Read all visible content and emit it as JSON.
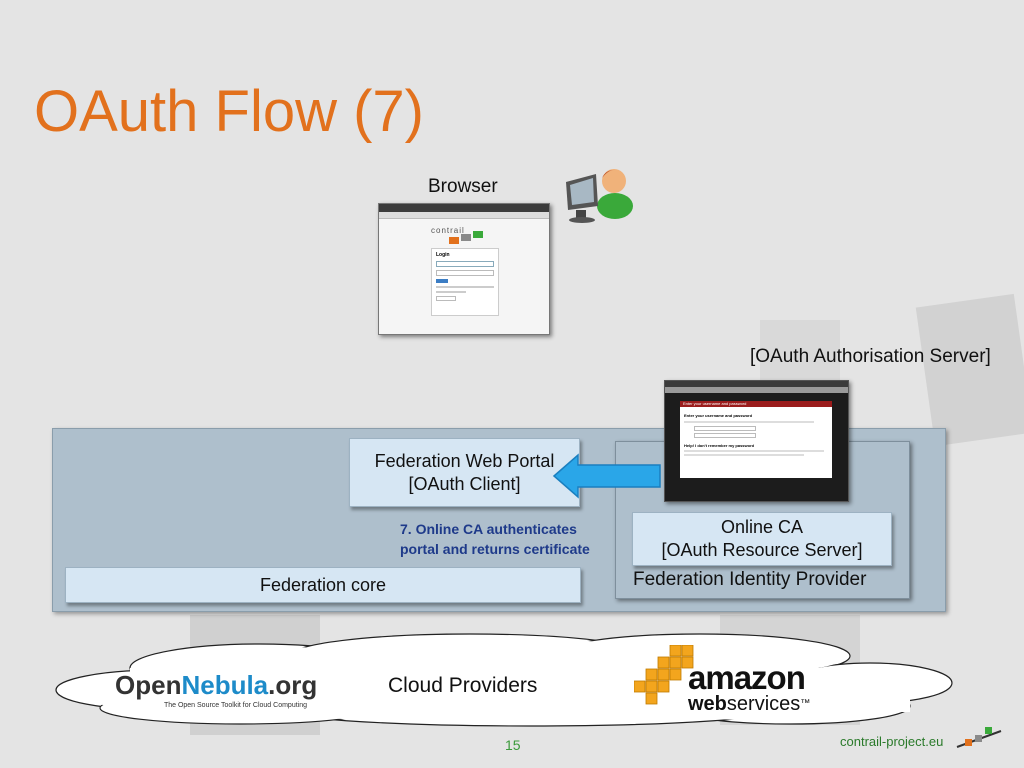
{
  "slide": {
    "title": "OAuth Flow (7)",
    "page_number": "15",
    "footer_url": "contrail-project.eu"
  },
  "labels": {
    "browser": "Browser",
    "oauth_server": "[OAuth Authorisation Server]",
    "identity_provider": "Federation Identity Provider",
    "cloud_providers": "Cloud Providers"
  },
  "boxes": {
    "web_portal": {
      "line1": "Federation Web Portal",
      "line2": "[OAuth Client]"
    },
    "online_ca": {
      "line1": "Online CA",
      "line2": "[OAuth Resource Server]"
    },
    "federation_core": "Federation core"
  },
  "annotation": {
    "line1": "7. Online CA authenticates",
    "line2": "portal and returns certificate"
  },
  "browser_screenshot": {
    "logo_text": "contrail",
    "heading": "Login"
  },
  "oauth_screenshot": {
    "header_text": "Enter your username and password",
    "section1": "Enter your username and password",
    "section2": "Help! I don't remember my password"
  },
  "logos": {
    "opennebula_open": "Open",
    "opennebula_nebula": "Nebula",
    "opennebula_org": ".org",
    "opennebula_tagline": "The Open Source Toolkit for Cloud Computing",
    "amazon_main": "amazon",
    "amazon_web": "web",
    "amazon_services": "services",
    "amazon_tm": "™"
  },
  "colors": {
    "title": "#e2711d",
    "annotation": "#1e3a8a",
    "arrow": "#2aa6e8",
    "box_fill": "#d6e6f3",
    "panel_fill": "#aebfcc",
    "nebula_blue": "#1d8bc9",
    "amazon_orange": "#f3a51d"
  },
  "icons": {
    "user_at_computer": "user-computer-icon",
    "arrow": "left-arrow-icon",
    "contrail_mark": "contrail-mark-icon"
  }
}
